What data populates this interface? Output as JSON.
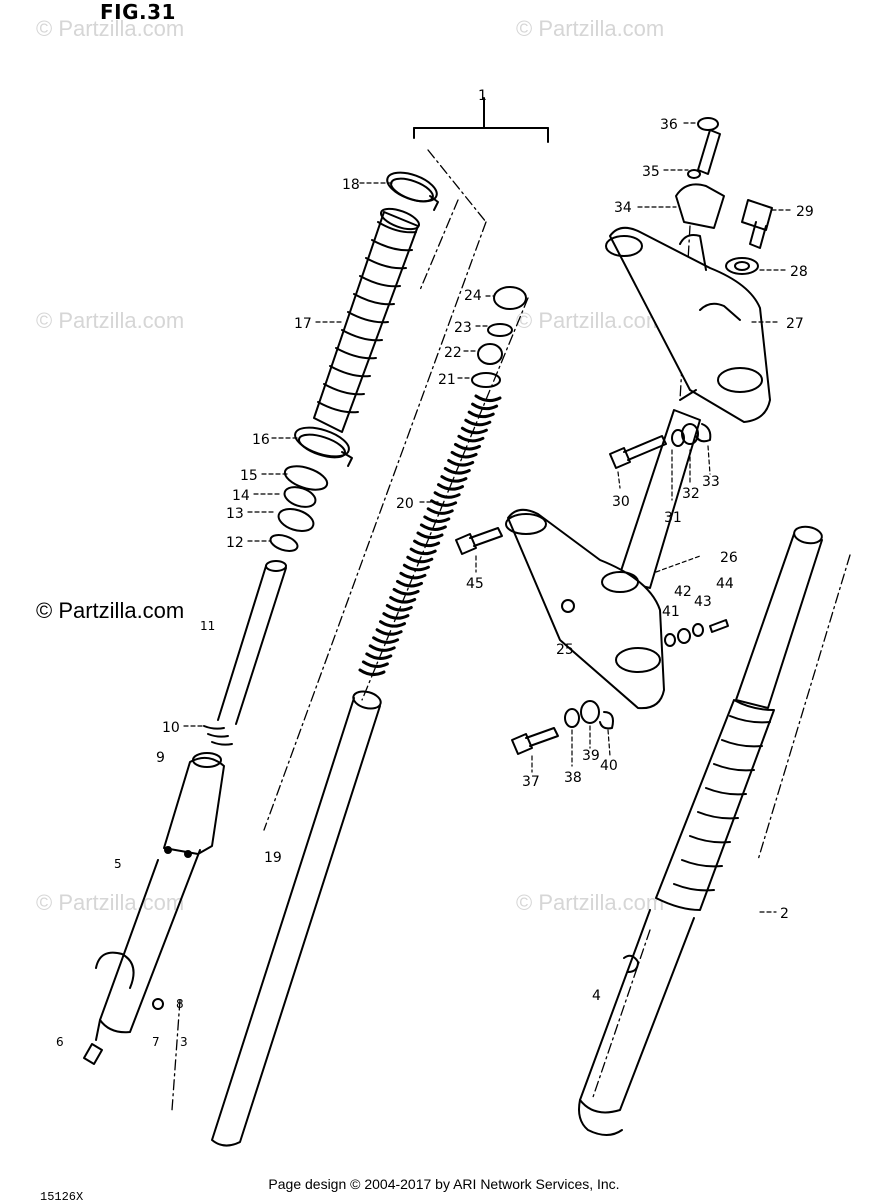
{
  "figure": {
    "title": "FIG.31",
    "code": "15126X"
  },
  "watermarks": [
    "© Partzilla.com",
    "© Partzilla.com",
    "© Partzilla.com",
    "© Partzilla.com",
    "© Partzilla.com",
    "© Partzilla.com",
    "© Partzilla.com"
  ],
  "footer": {
    "text": "Page design © 2004-2017 by ARI Network Services, Inc."
  },
  "part_labels": {
    "p1": "1",
    "p2": "2",
    "p3": "3",
    "p4": "4",
    "p5": "5",
    "p6": "6",
    "p7": "7",
    "p8": "8",
    "p9": "9",
    "p10": "10",
    "p11": "11",
    "p12": "12",
    "p13": "13",
    "p14": "14",
    "p15": "15",
    "p16": "16",
    "p17": "17",
    "p18": "18",
    "p19": "19",
    "p20": "20",
    "p21": "21",
    "p22": "22",
    "p23": "23",
    "p24": "24",
    "p25": "25",
    "p26": "26",
    "p27": "27",
    "p28": "28",
    "p29": "29",
    "p30": "30",
    "p31": "31",
    "p32": "32",
    "p33": "33",
    "p34": "34",
    "p35": "35",
    "p36": "36",
    "p37": "37",
    "p38": "38",
    "p39": "39",
    "p40": "40",
    "p41": "41",
    "p42": "42",
    "p43": "43",
    "p44": "44",
    "p45": "45"
  }
}
